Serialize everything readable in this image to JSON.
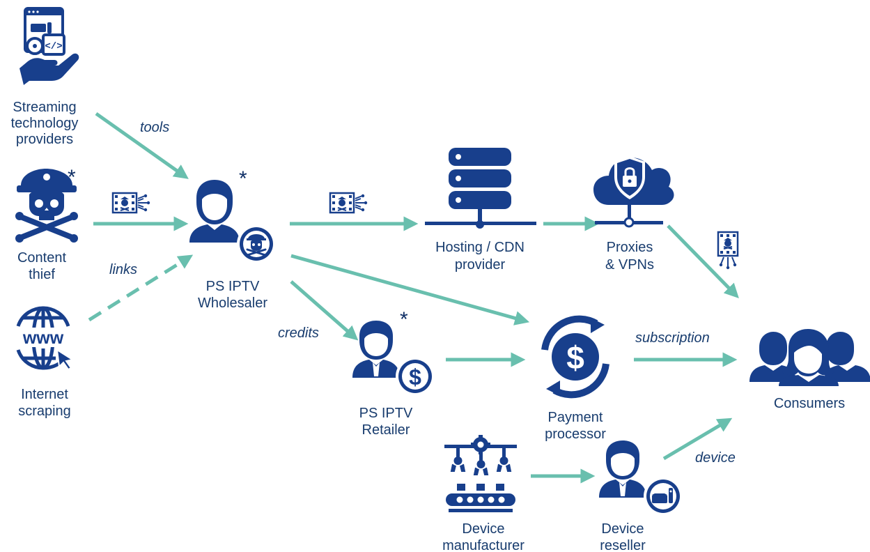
{
  "colors": {
    "primary": "#183f8c",
    "arrow": "#69bfae",
    "text": "#183c6e"
  },
  "nodes": {
    "streaming_providers": {
      "line1": "Streaming",
      "line2": "technology",
      "line3": "providers",
      "icon": "hand-holding-devices-icon"
    },
    "content_thief": {
      "line1": "Content",
      "line2": "thief",
      "icon": "pirate-skull-icon",
      "mark": "*"
    },
    "internet_scraping": {
      "line1": "Internet",
      "line2": "scraping",
      "icon": "www-globe-cursor-icon"
    },
    "wholesaler": {
      "line1": "PS IPTV",
      "line2": "Wholesaler",
      "icon": "person-pirate-badge-icon",
      "mark": "*"
    },
    "retailer": {
      "line1": "PS IPTV",
      "line2": "Retailer",
      "icon": "person-dollar-badge-icon",
      "mark": "*"
    },
    "hosting": {
      "line1": "Hosting / CDN",
      "line2": "provider",
      "icon": "server-stack-icon"
    },
    "proxies": {
      "line1": "Proxies",
      "line2": "& VPNs",
      "icon": "cloud-shield-lock-icon"
    },
    "payment": {
      "line1": "Payment",
      "line2": "processor",
      "icon": "circular-dollar-icon"
    },
    "consumers": {
      "line1": "Consumers",
      "icon": "people-group-icon"
    },
    "device_manufacturer": {
      "line1": "Device",
      "line2": "manufacturer",
      "icon": "factory-robot-arms-icon"
    },
    "device_reseller": {
      "line1": "Device",
      "line2": "reseller",
      "icon": "person-settop-box-icon"
    }
  },
  "edges": {
    "tools": "tools",
    "links": "links",
    "credits": "credits",
    "subscription": "subscription",
    "device": "device"
  },
  "content_icons": [
    "pirated-video-icon",
    "pirated-video-icon",
    "pirated-video-icon"
  ]
}
